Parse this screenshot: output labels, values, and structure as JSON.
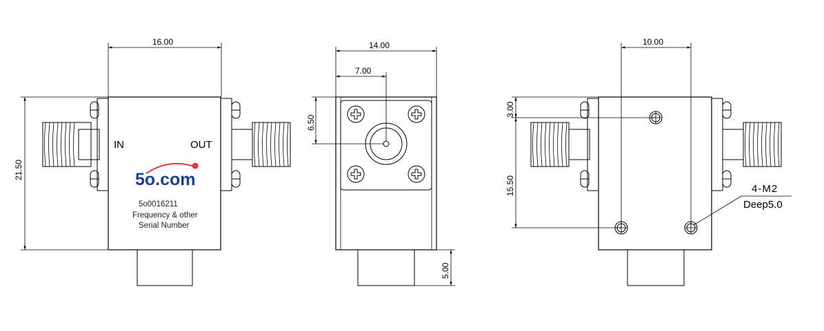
{
  "dimensions": {
    "front_width": "16.00",
    "front_height": "21.50",
    "side_width": "14.00",
    "side_half_width": "7.00",
    "side_connector_offset": "6.50",
    "side_base_height": "5.00",
    "back_hole_spacing": "10.00",
    "back_hole_top": "3.00",
    "back_hole_vertical": "15.50"
  },
  "labels": {
    "in": "IN",
    "out": "OUT",
    "serial": "5o0016211",
    "freq_line": "Frequency & other",
    "serial_line": "Serial Number"
  },
  "logo": {
    "text": "5o.com",
    "color": "#1a3fa0",
    "dot_color": "#e53935"
  },
  "notes": {
    "holes": "4-M2",
    "depth": "Deep5.0"
  }
}
